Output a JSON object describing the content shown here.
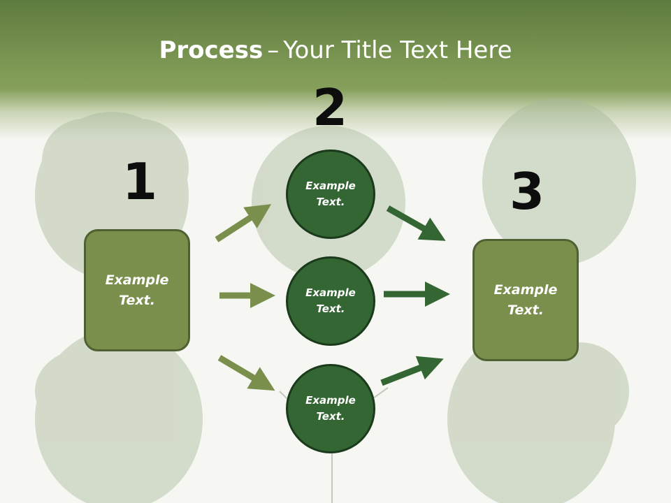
{
  "slide": {
    "title_bold": "Process",
    "title_sep": "–",
    "title_rest": "Your Title Text Here"
  },
  "steps": {
    "one": {
      "number": "1",
      "box": {
        "line1": "Example",
        "line2": "Text."
      }
    },
    "two": {
      "number": "2",
      "circles": [
        {
          "line1": "Example",
          "line2": "Text."
        },
        {
          "line1": "Example",
          "line2": "Text."
        },
        {
          "line1": "Example",
          "line2": "Text."
        }
      ]
    },
    "three": {
      "number": "3",
      "box": {
        "line1": "Example",
        "line2": "Text."
      }
    }
  },
  "colors": {
    "header_green": "#7f9a55",
    "box_fill": "#7a8f4b",
    "circle_fill": "#336633",
    "arrow_light": "#7a8f4b",
    "arrow_dark": "#336633"
  }
}
